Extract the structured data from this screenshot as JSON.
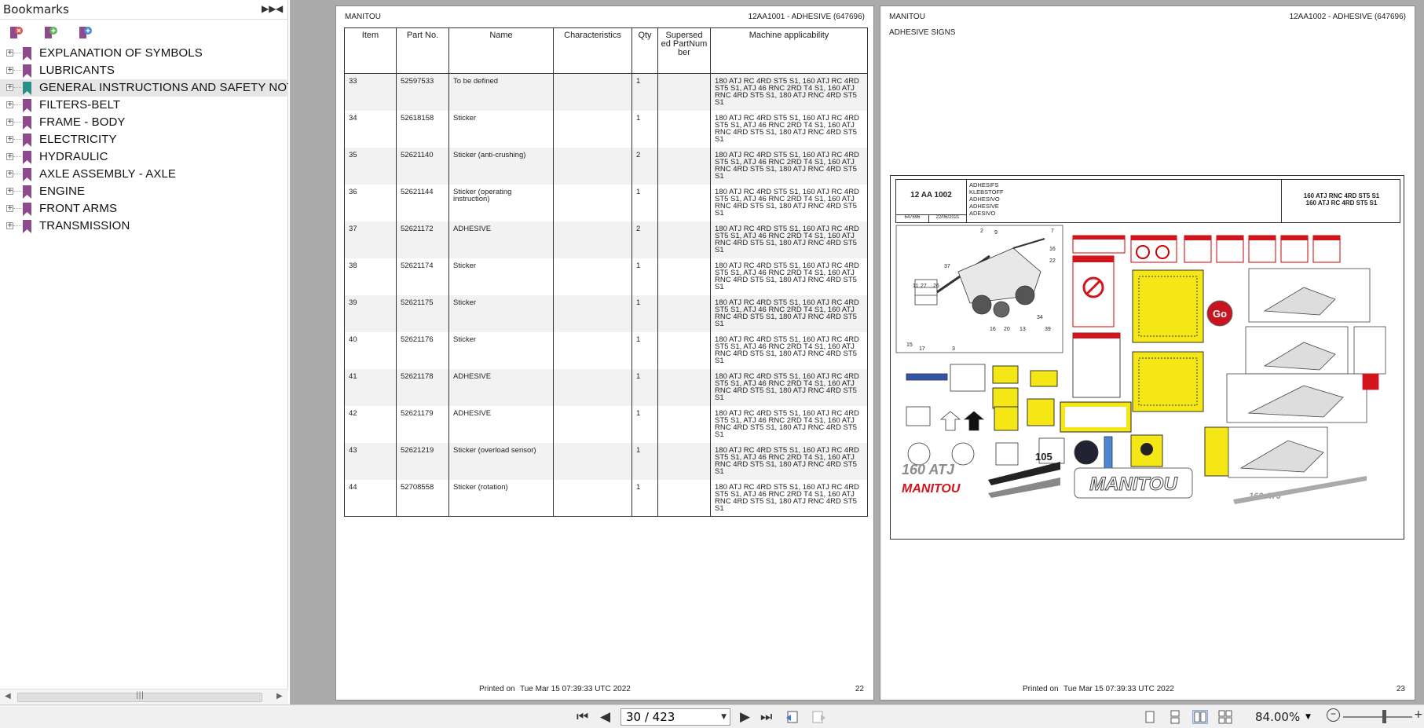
{
  "sidebar": {
    "title": "Bookmarks",
    "items": [
      {
        "label": "EXPLANATION OF SYMBOLS",
        "selected": false
      },
      {
        "label": "LUBRICANTS",
        "selected": false
      },
      {
        "label": "GENERAL INSTRUCTIONS AND SAFETY NOTICES",
        "selected": true
      },
      {
        "label": "FILTERS-BELT",
        "selected": false
      },
      {
        "label": "FRAME - BODY",
        "selected": false
      },
      {
        "label": "ELECTRICITY",
        "selected": false
      },
      {
        "label": "HYDRAULIC",
        "selected": false
      },
      {
        "label": "AXLE ASSEMBLY - AXLE",
        "selected": false
      },
      {
        "label": "ENGINE",
        "selected": false
      },
      {
        "label": "FRONT ARMS",
        "selected": false
      },
      {
        "label": "TRANSMISSION",
        "selected": false
      }
    ]
  },
  "page_left": {
    "brand": "MANITOU",
    "header_right": "12AA1001 - ADHESIVE (647696)",
    "columns": [
      "Item",
      "Part No.",
      "Name",
      "Characteristics",
      "Qty",
      "Supersed ed PartNum ber",
      "Machine applicability"
    ],
    "rows": [
      {
        "item": "33",
        "part": "52597533",
        "name": "To be defined",
        "char": "",
        "qty": "1",
        "sup": "",
        "app": "180 ATJ RC 4RD ST5 S1, 160 ATJ RC 4RD ST5 S1, ATJ 46 RNC 2RD T4 S1, 160 ATJ RNC 4RD ST5 S1, 180 ATJ RNC 4RD ST5 S1"
      },
      {
        "item": "34",
        "part": "52618158",
        "name": "Sticker",
        "char": "",
        "qty": "1",
        "sup": "",
        "app": "180 ATJ RC 4RD ST5 S1, 160 ATJ RC 4RD ST5 S1, ATJ 46 RNC 2RD T4 S1, 160 ATJ RNC 4RD ST5 S1, 180 ATJ RNC 4RD ST5 S1"
      },
      {
        "item": "35",
        "part": "52621140",
        "name": "Sticker (anti-crushing)",
        "char": "",
        "qty": "2",
        "sup": "",
        "app": "180 ATJ RC 4RD ST5 S1, 160 ATJ RC 4RD ST5 S1, ATJ 46 RNC 2RD T4 S1, 160 ATJ RNC 4RD ST5 S1, 180 ATJ RNC 4RD ST5 S1"
      },
      {
        "item": "36",
        "part": "52621144",
        "name": "Sticker (operating instruction)",
        "char": "",
        "qty": "1",
        "sup": "",
        "app": "180 ATJ RC 4RD ST5 S1, 160 ATJ RC 4RD ST5 S1, ATJ 46 RNC 2RD T4 S1, 160 ATJ RNC 4RD ST5 S1, 180 ATJ RNC 4RD ST5 S1"
      },
      {
        "item": "37",
        "part": "52621172",
        "name": "ADHESIVE",
        "char": "",
        "qty": "2",
        "sup": "",
        "app": "180 ATJ RC 4RD ST5 S1, 160 ATJ RC 4RD ST5 S1, ATJ 46 RNC 2RD T4 S1, 160 ATJ RNC 4RD ST5 S1, 180 ATJ RNC 4RD ST5 S1"
      },
      {
        "item": "38",
        "part": "52621174",
        "name": "Sticker",
        "char": "",
        "qty": "1",
        "sup": "",
        "app": "180 ATJ RC 4RD ST5 S1, 160 ATJ RC 4RD ST5 S1, ATJ 46 RNC 2RD T4 S1, 160 ATJ RNC 4RD ST5 S1, 180 ATJ RNC 4RD ST5 S1"
      },
      {
        "item": "39",
        "part": "52621175",
        "name": "Sticker",
        "char": "",
        "qty": "1",
        "sup": "",
        "app": "180 ATJ RC 4RD ST5 S1, 160 ATJ RC 4RD ST5 S1, ATJ 46 RNC 2RD T4 S1, 160 ATJ RNC 4RD ST5 S1, 180 ATJ RNC 4RD ST5 S1"
      },
      {
        "item": "40",
        "part": "52621176",
        "name": "Sticker",
        "char": "",
        "qty": "1",
        "sup": "",
        "app": "180 ATJ RC 4RD ST5 S1, 160 ATJ RC 4RD ST5 S1, ATJ 46 RNC 2RD T4 S1, 160 ATJ RNC 4RD ST5 S1, 180 ATJ RNC 4RD ST5 S1"
      },
      {
        "item": "41",
        "part": "52621178",
        "name": "ADHESIVE",
        "char": "",
        "qty": "1",
        "sup": "",
        "app": "180 ATJ RC 4RD ST5 S1, 160 ATJ RC 4RD ST5 S1, ATJ 46 RNC 2RD T4 S1, 160 ATJ RNC 4RD ST5 S1, 180 ATJ RNC 4RD ST5 S1"
      },
      {
        "item": "42",
        "part": "52621179",
        "name": "ADHESIVE",
        "char": "",
        "qty": "1",
        "sup": "",
        "app": "180 ATJ RC 4RD ST5 S1, 160 ATJ RC 4RD ST5 S1, ATJ 46 RNC 2RD T4 S1, 160 ATJ RNC 4RD ST5 S1, 180 ATJ RNC 4RD ST5 S1"
      },
      {
        "item": "43",
        "part": "52621219",
        "name": "Sticker (overload sensor)",
        "char": "",
        "qty": "1",
        "sup": "",
        "app": "180 ATJ RC 4RD ST5 S1, 160 ATJ RC 4RD ST5 S1, ATJ 46 RNC 2RD T4 S1, 160 ATJ RNC 4RD ST5 S1, 180 ATJ RNC 4RD ST5 S1"
      },
      {
        "item": "44",
        "part": "52708558",
        "name": "Sticker (rotation)",
        "char": "",
        "qty": "1",
        "sup": "",
        "app": "180 ATJ RC 4RD ST5 S1, 160 ATJ RC 4RD ST5 S1, ATJ 46 RNC 2RD T4 S1, 160 ATJ RNC 4RD ST5 S1, 180 ATJ RNC 4RD ST5 S1"
      }
    ],
    "printed_label": "Printed on",
    "printed_date": "Tue Mar 15 07:39:33 UTC 2022",
    "page_number": "22"
  },
  "page_right": {
    "brand": "MANITOU",
    "header_right": "12AA1002 - ADHESIVE (647696)",
    "subtitle": "ADHESIVE SIGNS",
    "title_block": {
      "code": "12 AA 1002",
      "ref": "647696",
      "date": "22/06/2021",
      "names": [
        "ADHESIFS",
        "KLEBSTOFF",
        "ADHESIVO",
        "ADHESIVE",
        "ADESIVO"
      ],
      "applicability": [
        "160 ATJ RNC 4RD ST5 S1",
        "160 ATJ RC 4RD ST5 S1"
      ]
    },
    "drawing_text": {
      "brand_big": "MANITOU",
      "brand_red": "MANITOU",
      "model_grey": "160 ATJ",
      "model_small": "160 ATJ",
      "go": "Go",
      "load": "105"
    },
    "printed_label": "Printed on",
    "printed_date": "Tue Mar 15 07:39:33 UTC 2022",
    "page_number": "23"
  },
  "toolbar": {
    "page_indicator": "30 / 423",
    "zoom": "84.00%"
  },
  "colors": {
    "selected_row": "#e6e6e6",
    "bookmark_flag": "#8e4a8c",
    "sticker_yellow": "#f5e616",
    "manitou_red": "#d2141c",
    "viewer_bg": "#ababab"
  }
}
